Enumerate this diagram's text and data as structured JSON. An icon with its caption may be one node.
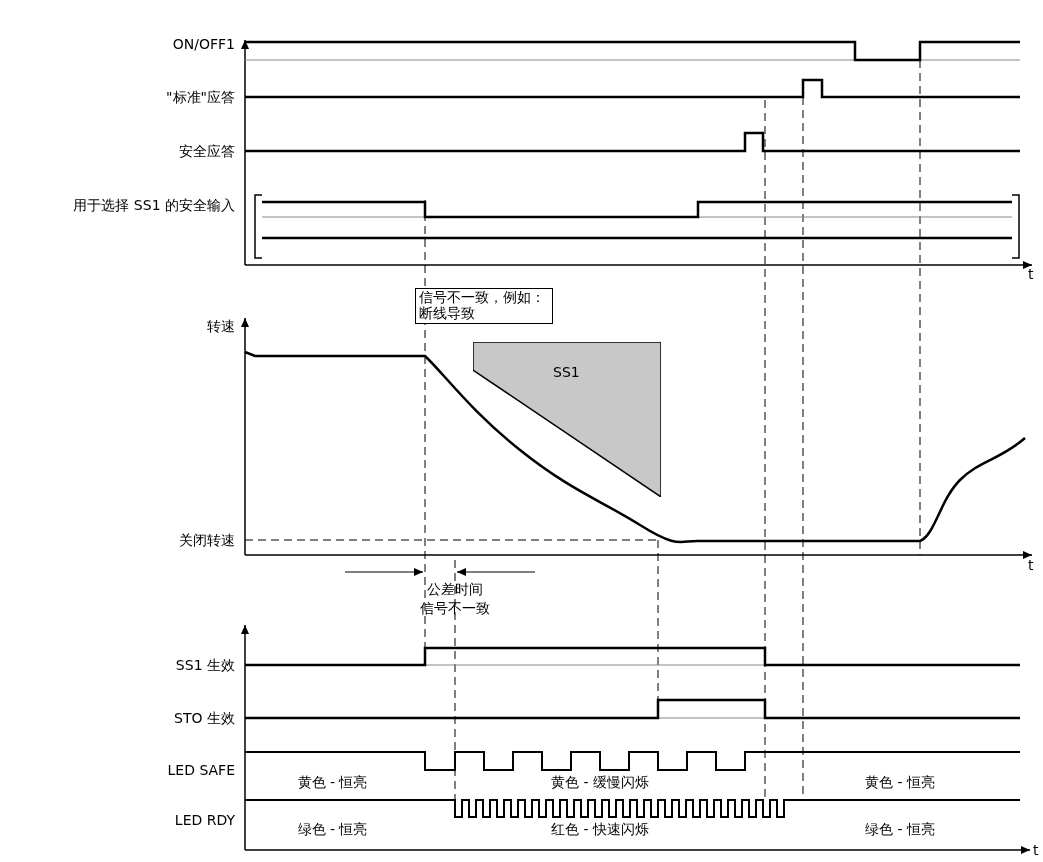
{
  "diagram": {
    "nodes": [
      {
        "text": [
          "信号不一致，例如：断线导致"
        ]
      },
      {
        "text": [
          "SS1"
        ]
      }
    ],
    "labels": [
      "ON/OFF1",
      "\"标准\"应答",
      "安全应答",
      "用于选择 SS1 的安全输入",
      "t",
      "转速",
      "关闭转速",
      "t",
      "公差时间",
      "信号不一致",
      "SS1 生效",
      "STO 生效",
      "LED SAFE",
      "黄色 - 恒亮",
      "黄色 - 缓慢闪烁",
      "黄色 - 恒亮",
      "LED RDY",
      "绿色 - 恒亮",
      "红色 - 快速闪烁",
      "绿色 - 恒亮",
      "t"
    ]
  }
}
